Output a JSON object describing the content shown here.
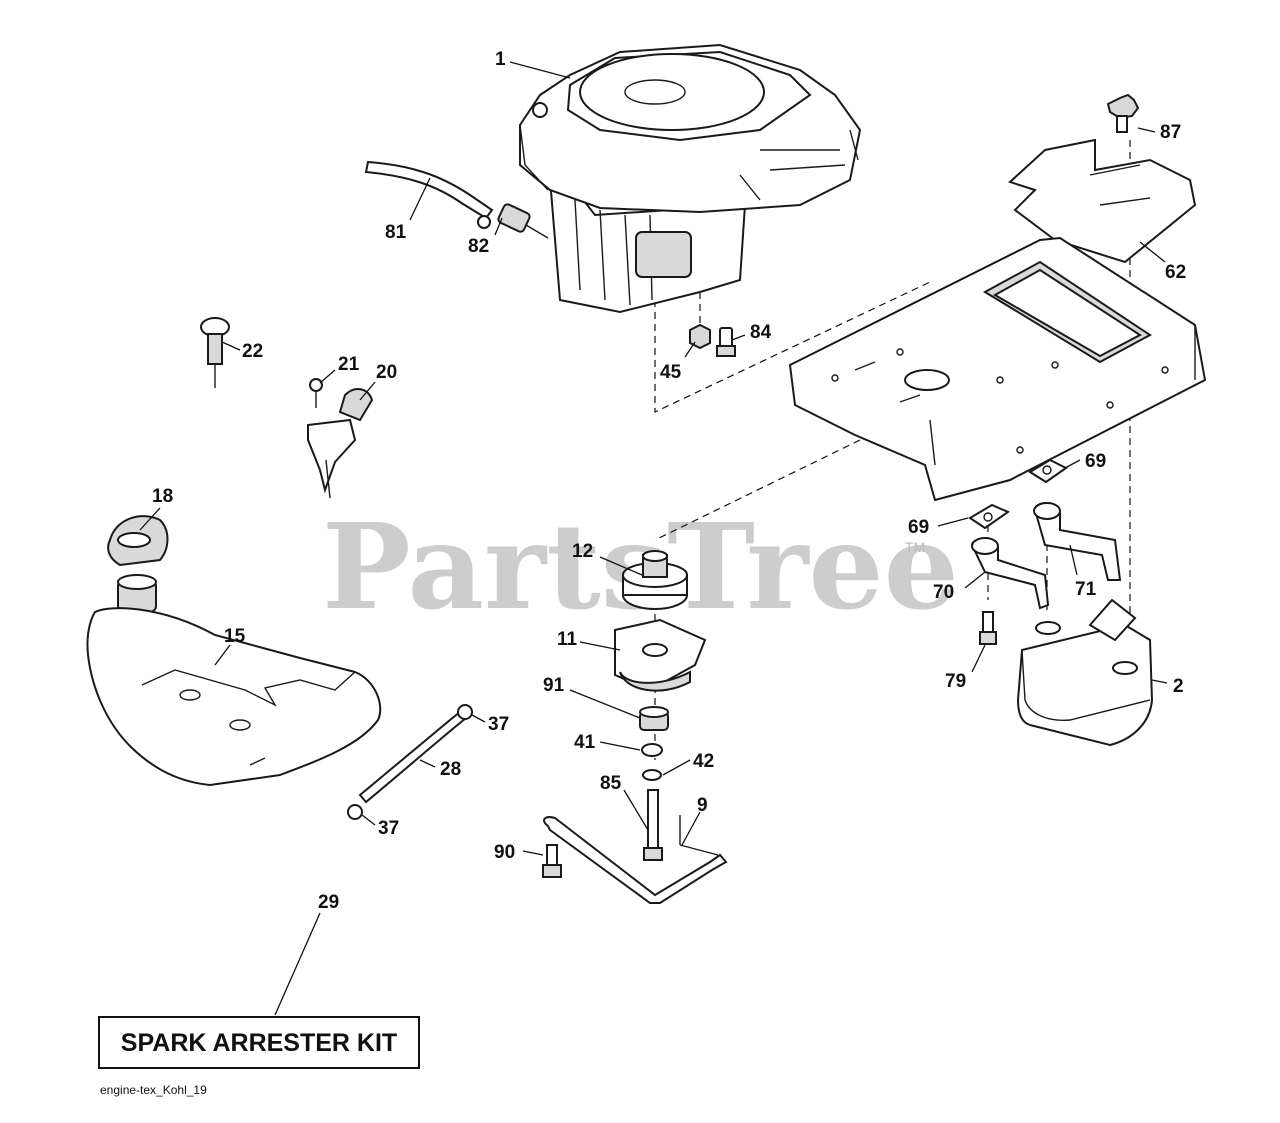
{
  "watermark": {
    "text": "PartsTree",
    "tm": "TM"
  },
  "kit_label": "SPARK ARRESTER KIT",
  "file_name": "engine-tex_Kohl_19",
  "callouts": {
    "c1": "1",
    "c2": "2",
    "c9": "9",
    "c11": "11",
    "c12": "12",
    "c15": "15",
    "c18": "18",
    "c20": "20",
    "c21": "21",
    "c22": "22",
    "c28": "28",
    "c29": "29",
    "c37a": "37",
    "c37b": "37",
    "c41": "41",
    "c42": "42",
    "c45": "45",
    "c62": "62",
    "c69a": "69",
    "c69b": "69",
    "c70": "70",
    "c71": "71",
    "c79": "79",
    "c81": "81",
    "c82": "82",
    "c84": "84",
    "c85": "85",
    "c87": "87",
    "c90": "90",
    "c91": "91"
  }
}
